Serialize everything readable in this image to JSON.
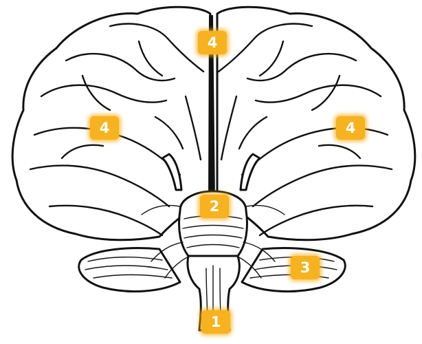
{
  "diagram": {
    "markers": {
      "top": "4",
      "left": "4",
      "right": "4",
      "midbrain": "2",
      "cerebellum": "3",
      "brainstem": "1"
    }
  },
  "colors": {
    "marker_fill": "#f6b21f",
    "marker_text": "#ffffff",
    "line": "#111111",
    "background": "#ffffff"
  }
}
